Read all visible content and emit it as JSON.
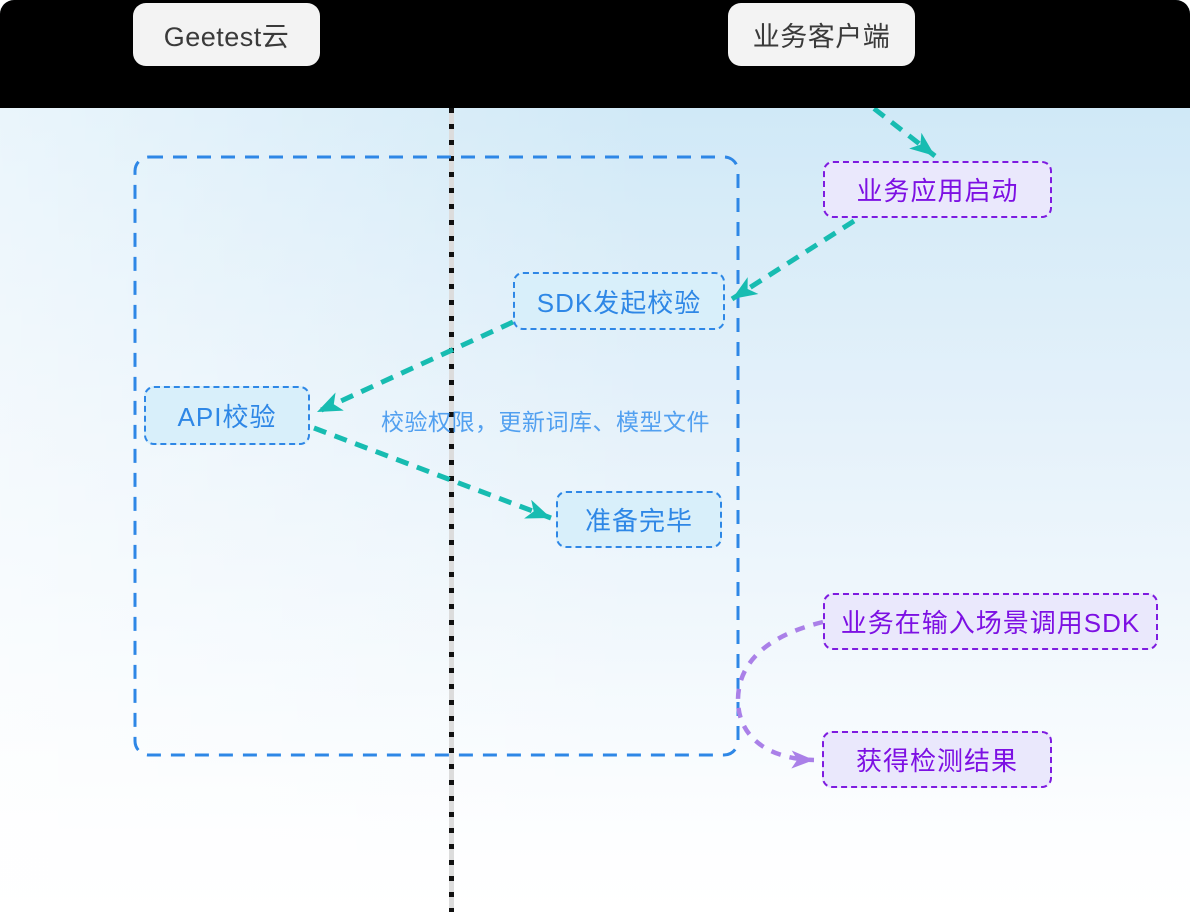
{
  "lanes": {
    "left": {
      "label": "Geetest云"
    },
    "right": {
      "label": "业务客户端"
    }
  },
  "nodes": {
    "business_app_start": {
      "label": "业务应用启动"
    },
    "sdk_initiate_verify": {
      "label": "SDK发起校验"
    },
    "api_verify": {
      "label": "API校验"
    },
    "ready": {
      "label": "准备完毕"
    },
    "business_call_sdk": {
      "label": "业务在输入场景调用SDK"
    },
    "get_detection_result": {
      "label": "获得检测结果"
    }
  },
  "annotation": {
    "label": "校验权限，更新词库、模型文件"
  },
  "colors": {
    "header_bg": "#000000",
    "lane_label_bg": "#f3f3f3",
    "lane_label_text": "#3a3a3a",
    "blue": "#2e87e6",
    "blue_fill": "#d8effa",
    "blue_text": "#2e87e6",
    "purple_border": "#7e1be0",
    "purple_fill": "#eae8fc",
    "purple_text": "#7d10e3",
    "teal_arrow": "#17bcb1",
    "purple_arrow": "#aa80e8",
    "annotation_text": "#52a0f0"
  }
}
